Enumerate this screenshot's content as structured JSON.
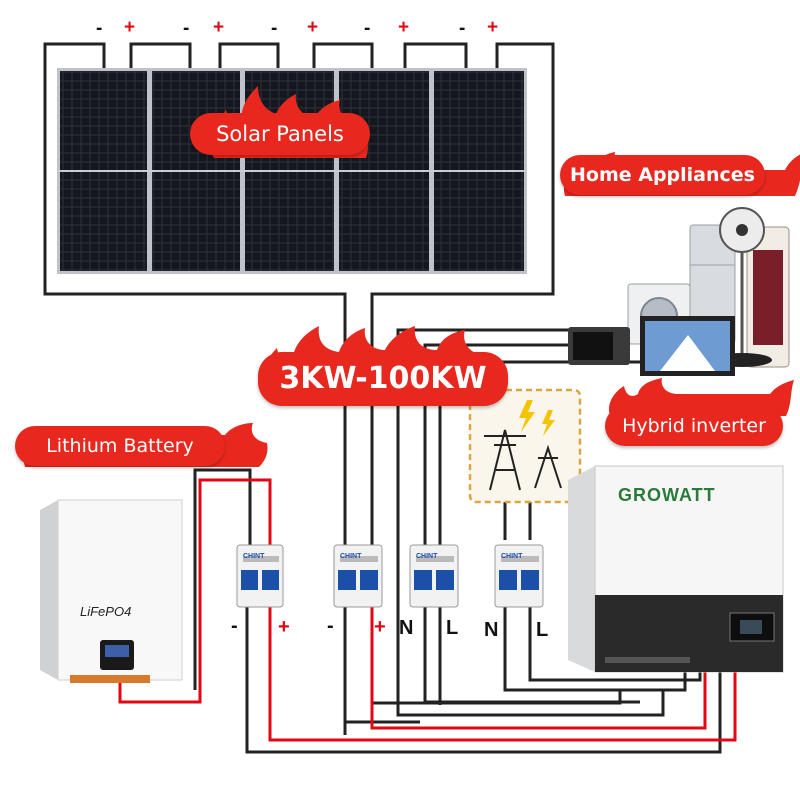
{
  "solar_panels": {
    "label": "Solar Panels",
    "polarity_marks": [
      {
        "neg": "-",
        "pos": "+"
      },
      {
        "neg": "-",
        "pos": "+"
      },
      {
        "neg": "-",
        "pos": "+"
      },
      {
        "neg": "-",
        "pos": "+"
      },
      {
        "neg": "-",
        "pos": "+"
      }
    ]
  },
  "home_appliances": {
    "label": "Home Appliances"
  },
  "power_range": {
    "label": "3KW-100KW"
  },
  "hybrid_inverter": {
    "label": "Hybrid inverter",
    "brand": "GROWATT"
  },
  "lithium_battery": {
    "label": "Lithium Battery",
    "model": "LiFePO4"
  },
  "breakers": {
    "brand": "CHINT"
  },
  "terminals": [
    {
      "id": "battery",
      "left": "-",
      "right": "+"
    },
    {
      "id": "pv",
      "left": "-",
      "right": "+"
    },
    {
      "id": "ac-out",
      "left": "N",
      "right": "L"
    },
    {
      "id": "grid",
      "left": "N",
      "right": "L"
    }
  ],
  "colors": {
    "flame": "#e8281e",
    "banner": "#e8281e",
    "positive_wire": "#e30613",
    "negative_wire": "#222222",
    "breaker_blue": "#1c4fa8",
    "grid_box": "#d9a640"
  }
}
